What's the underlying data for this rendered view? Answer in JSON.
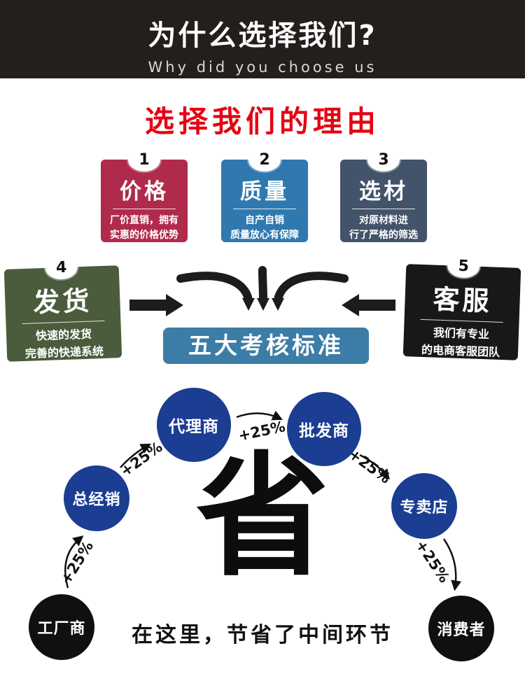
{
  "header": {
    "title": "为什么选择我们?",
    "subtitle": "Why did you choose us",
    "bg_color": "#241f1c"
  },
  "section_title": {
    "text": "选择我们的理由",
    "color": "#e60012"
  },
  "reasons": [
    {
      "number": "1",
      "title": "价格",
      "desc1": "厂价直销，拥有",
      "desc2": "实惠的价格优势",
      "color": "#b02b4b"
    },
    {
      "number": "2",
      "title": "质量",
      "desc1": "自产自销",
      "desc2": "质量放心有保障",
      "color": "#2f79b0"
    },
    {
      "number": "3",
      "title": "选材",
      "desc1": "对原材料进",
      "desc2": "行了严格的筛选",
      "color": "#42536a"
    },
    {
      "number": "4",
      "title": "发货",
      "desc1": "快速的发货",
      "desc2": "完善的快递系统",
      "color": "#4a5c3c"
    },
    {
      "number": "5",
      "title": "客服",
      "desc1": "我们有专业",
      "desc2": "的电商客服团队",
      "color": "#181818"
    }
  ],
  "standards_banner": {
    "label": "五大考核标准",
    "color": "#3b7da6"
  },
  "chain": {
    "save_character": "省",
    "caption": "在这里，节省了中间环节",
    "increase_label": "+25%",
    "nodes": [
      {
        "label": "工厂商",
        "color": "#101010"
      },
      {
        "label": "总经销",
        "color": "#1b3d92"
      },
      {
        "label": "代理商",
        "color": "#1b3d92"
      },
      {
        "label": "批发商",
        "color": "#1b3d92"
      },
      {
        "label": "专卖店",
        "color": "#1b3d92"
      },
      {
        "label": "消费者",
        "color": "#101010"
      }
    ]
  }
}
